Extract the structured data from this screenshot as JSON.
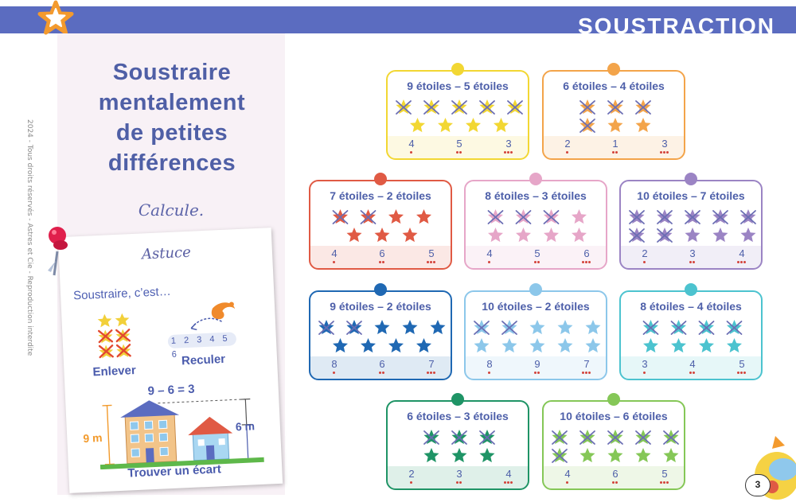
{
  "header": {
    "title": "SOUSTRACTION",
    "accent": "#5b6cc0"
  },
  "side_note": "2024 - Tous droits réservés - Astres et Cie - Reproduction interdite",
  "lesson": {
    "title_lines": [
      "Soustraire",
      "mentalement",
      "de petites",
      "différences"
    ],
    "instruction": "Calcule."
  },
  "tip": {
    "title": "Astuce",
    "subtitle": "Soustraire, c’est…",
    "remove_label": "Enlever",
    "back_label": "Reculer",
    "number_line": "1 2 3 4 5 6",
    "equation": "9 – 6 = 3",
    "height_big": "9 m",
    "height_small": "6 m",
    "gap_label": "Trouver un écart"
  },
  "cards": [
    {
      "title": "9 étoiles – 5 étoiles",
      "color": "#f2d733",
      "total": 9,
      "crossed": 5,
      "options": [
        "4",
        "5",
        "3"
      ]
    },
    {
      "title": "6 étoiles – 4 étoiles",
      "color": "#f3a44a",
      "total": 6,
      "crossed": 4,
      "options": [
        "2",
        "1",
        "3"
      ]
    },
    {
      "title": "7 étoiles – 2 étoiles",
      "color": "#e05a44",
      "total": 7,
      "crossed": 2,
      "options": [
        "4",
        "6",
        "5"
      ]
    },
    {
      "title": "8 étoiles – 3 étoiles",
      "color": "#e6a6c8",
      "total": 8,
      "crossed": 3,
      "options": [
        "4",
        "5",
        "6"
      ]
    },
    {
      "title": "10 étoiles – 7 étoiles",
      "color": "#9b84c4",
      "total": 10,
      "crossed": 7,
      "options": [
        "2",
        "3",
        "4"
      ]
    },
    {
      "title": "9 étoiles – 2 étoiles",
      "color": "#1f68b3",
      "total": 9,
      "crossed": 2,
      "options": [
        "8",
        "6",
        "7"
      ]
    },
    {
      "title": "10 étoiles – 2 étoiles",
      "color": "#8cc7ea",
      "total": 10,
      "crossed": 2,
      "options": [
        "8",
        "9",
        "7"
      ]
    },
    {
      "title": "8 étoiles – 4 étoiles",
      "color": "#4cc3cf",
      "total": 8,
      "crossed": 4,
      "options": [
        "3",
        "4",
        "5"
      ]
    },
    {
      "title": "6 étoiles – 3 étoiles",
      "color": "#1f9466",
      "total": 6,
      "crossed": 3,
      "options": [
        "2",
        "3",
        "4"
      ]
    },
    {
      "title": "10 étoiles – 6 étoiles",
      "color": "#85c757",
      "total": 10,
      "crossed": 6,
      "options": [
        "4",
        "6",
        "5"
      ]
    }
  ],
  "page_number": "3"
}
